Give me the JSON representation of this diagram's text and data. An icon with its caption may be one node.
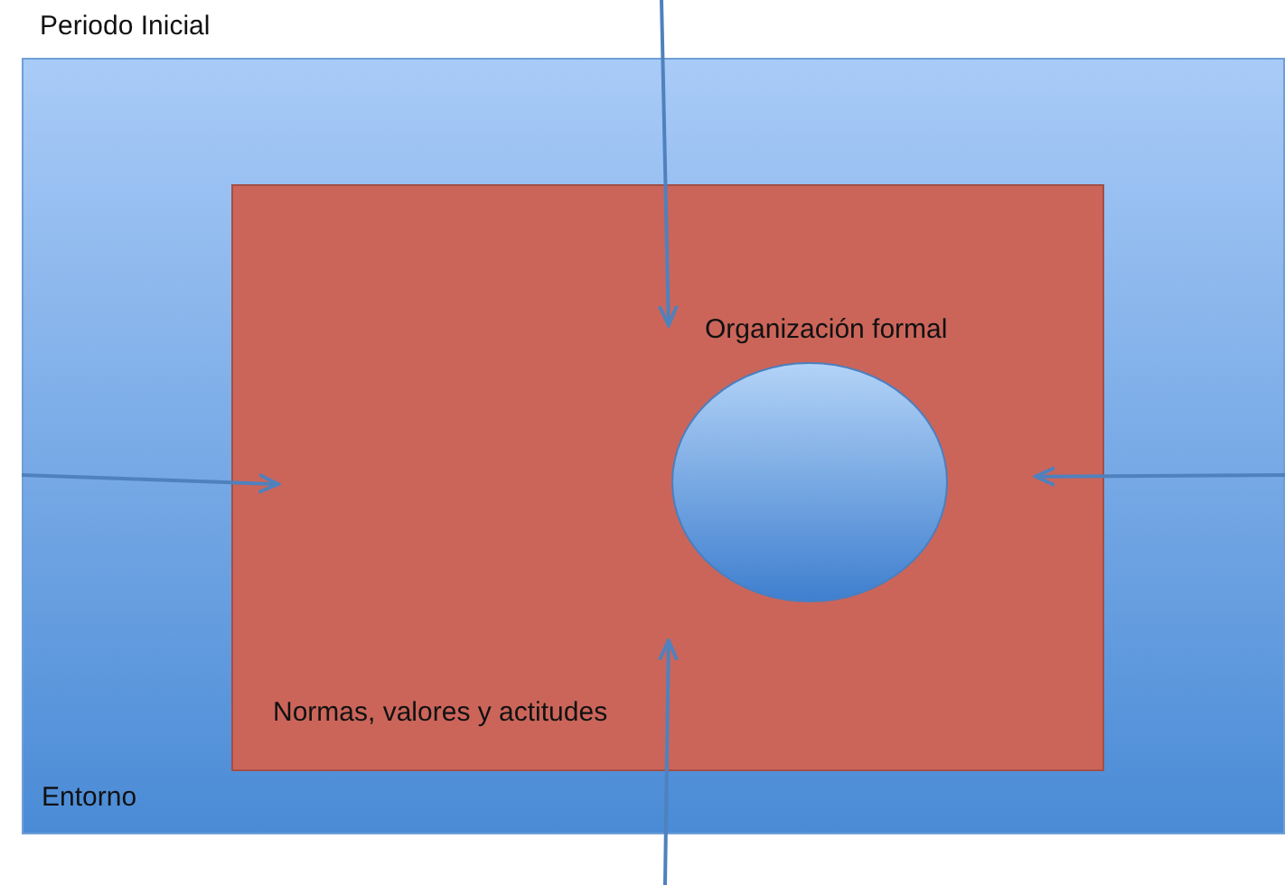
{
  "diagram": {
    "title": "Periodo Inicial",
    "nodes": [
      {
        "text": [
          "Entorno"
        ]
      },
      {
        "text": [
          "Normas, valores y actitudes"
        ],
        "in": 0
      },
      {
        "text": [
          "Organización formal"
        ],
        "in": 1
      }
    ],
    "edges": [
      {
        "from": null,
        "to": 2,
        "arrow": "to"
      },
      {
        "from": null,
        "to": 1,
        "arrow": "to"
      },
      {
        "from": null,
        "to": 1,
        "arrow": "to"
      },
      {
        "from": null,
        "to": 2,
        "arrow": "to"
      }
    ]
  }
}
